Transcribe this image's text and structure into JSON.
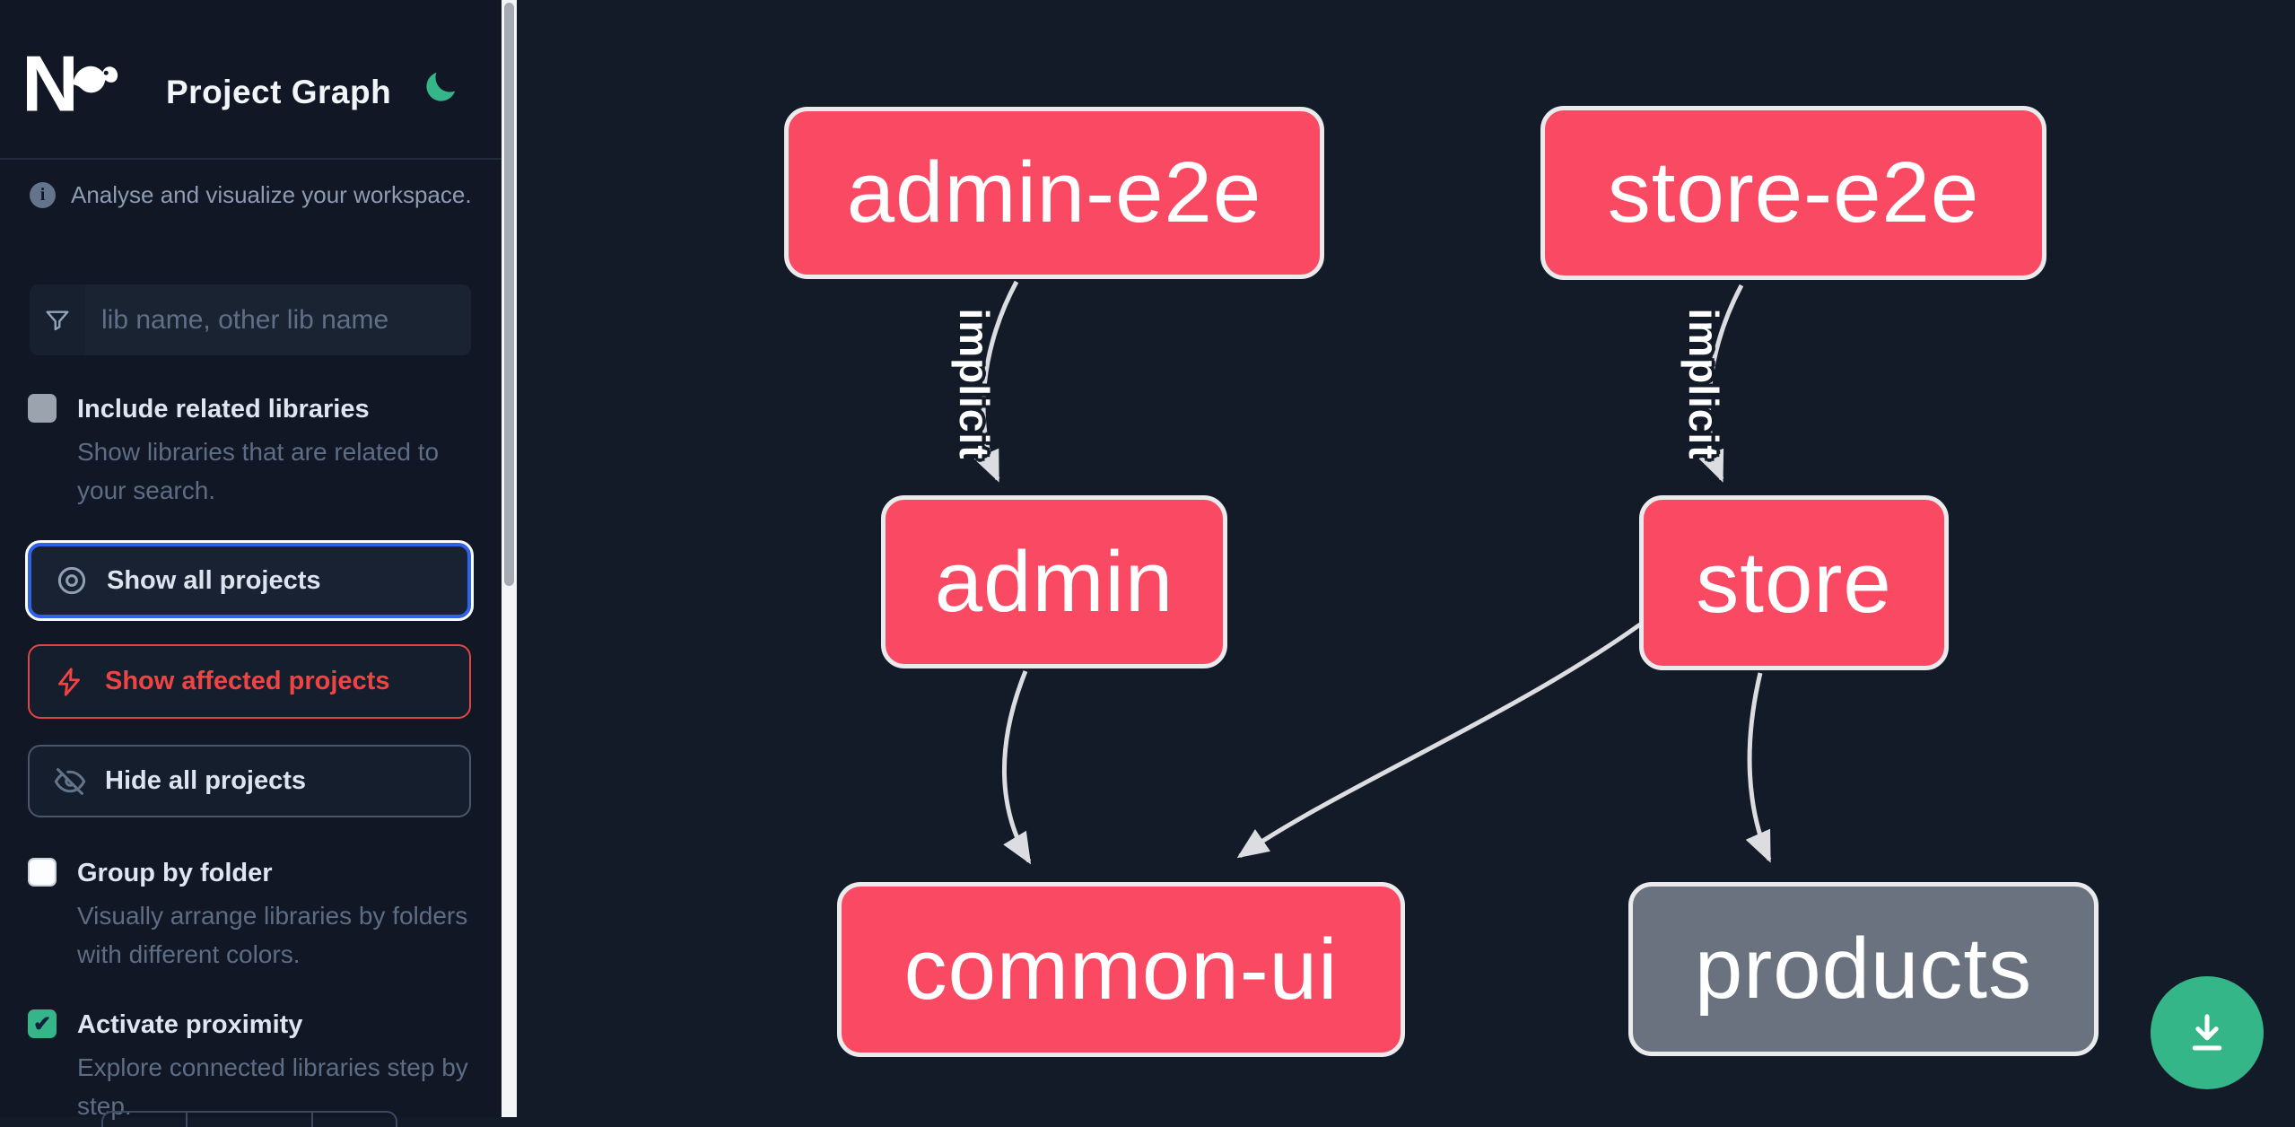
{
  "header": {
    "title": "Project Graph"
  },
  "sidebar": {
    "tagline": "Analyse and visualize your workspace.",
    "search": {
      "placeholder": "lib name, other lib name",
      "value": ""
    },
    "include_related": {
      "label": "Include related libraries",
      "description": "Show libraries that are related to your search.",
      "checked": false
    },
    "actions": [
      {
        "id": "show-all-projects",
        "label": "Show all projects",
        "style": "focused"
      },
      {
        "id": "show-affected-projects",
        "label": "Show affected projects",
        "style": "danger"
      },
      {
        "id": "hide-all-projects",
        "label": "Hide all projects",
        "style": "default"
      }
    ],
    "group_by_folder": {
      "label": "Group by folder",
      "description": "Visually arrange libraries by folders with different colors.",
      "checked": false
    },
    "activate_proximity": {
      "label": "Activate proximity",
      "description": "Explore connected libraries step by step.",
      "checked": true
    }
  },
  "graph": {
    "nodes": [
      {
        "id": "admin-e2e",
        "label": "admin-e2e",
        "status": "affected"
      },
      {
        "id": "store-e2e",
        "label": "store-e2e",
        "status": "affected"
      },
      {
        "id": "admin",
        "label": "admin",
        "status": "affected"
      },
      {
        "id": "store",
        "label": "store",
        "status": "affected"
      },
      {
        "id": "common-ui",
        "label": "common-ui",
        "status": "affected"
      },
      {
        "id": "products",
        "label": "products",
        "status": "unaffected"
      }
    ],
    "edges": [
      {
        "from": "admin-e2e",
        "to": "admin",
        "type": "implicit",
        "label": "implicit"
      },
      {
        "from": "store-e2e",
        "to": "store",
        "type": "implicit",
        "label": "implicit"
      },
      {
        "from": "admin",
        "to": "common-ui",
        "type": "static",
        "label": ""
      },
      {
        "from": "store",
        "to": "common-ui",
        "type": "static",
        "label": ""
      },
      {
        "from": "store",
        "to": "products",
        "type": "static",
        "label": ""
      }
    ]
  },
  "colors": {
    "affected_node": "#fa4a63",
    "unaffected_node": "#6a7280",
    "node_border": "#ebebed",
    "edge": "#dcdde0",
    "accent_green": "#35b689",
    "focus_blue": "#2f63e7",
    "danger_red": "#ef4444",
    "sidebar_bg": "#111724",
    "canvas_bg": "#131a28"
  },
  "icons": {
    "logo": "nx-logo",
    "theme_toggle": "moon-icon",
    "tagline": "info-icon",
    "search": "funnel-icon",
    "show_all": "eye-icon",
    "show_affected": "bolt-icon",
    "hide_all": "eye-slash-icon",
    "download": "download-icon"
  }
}
